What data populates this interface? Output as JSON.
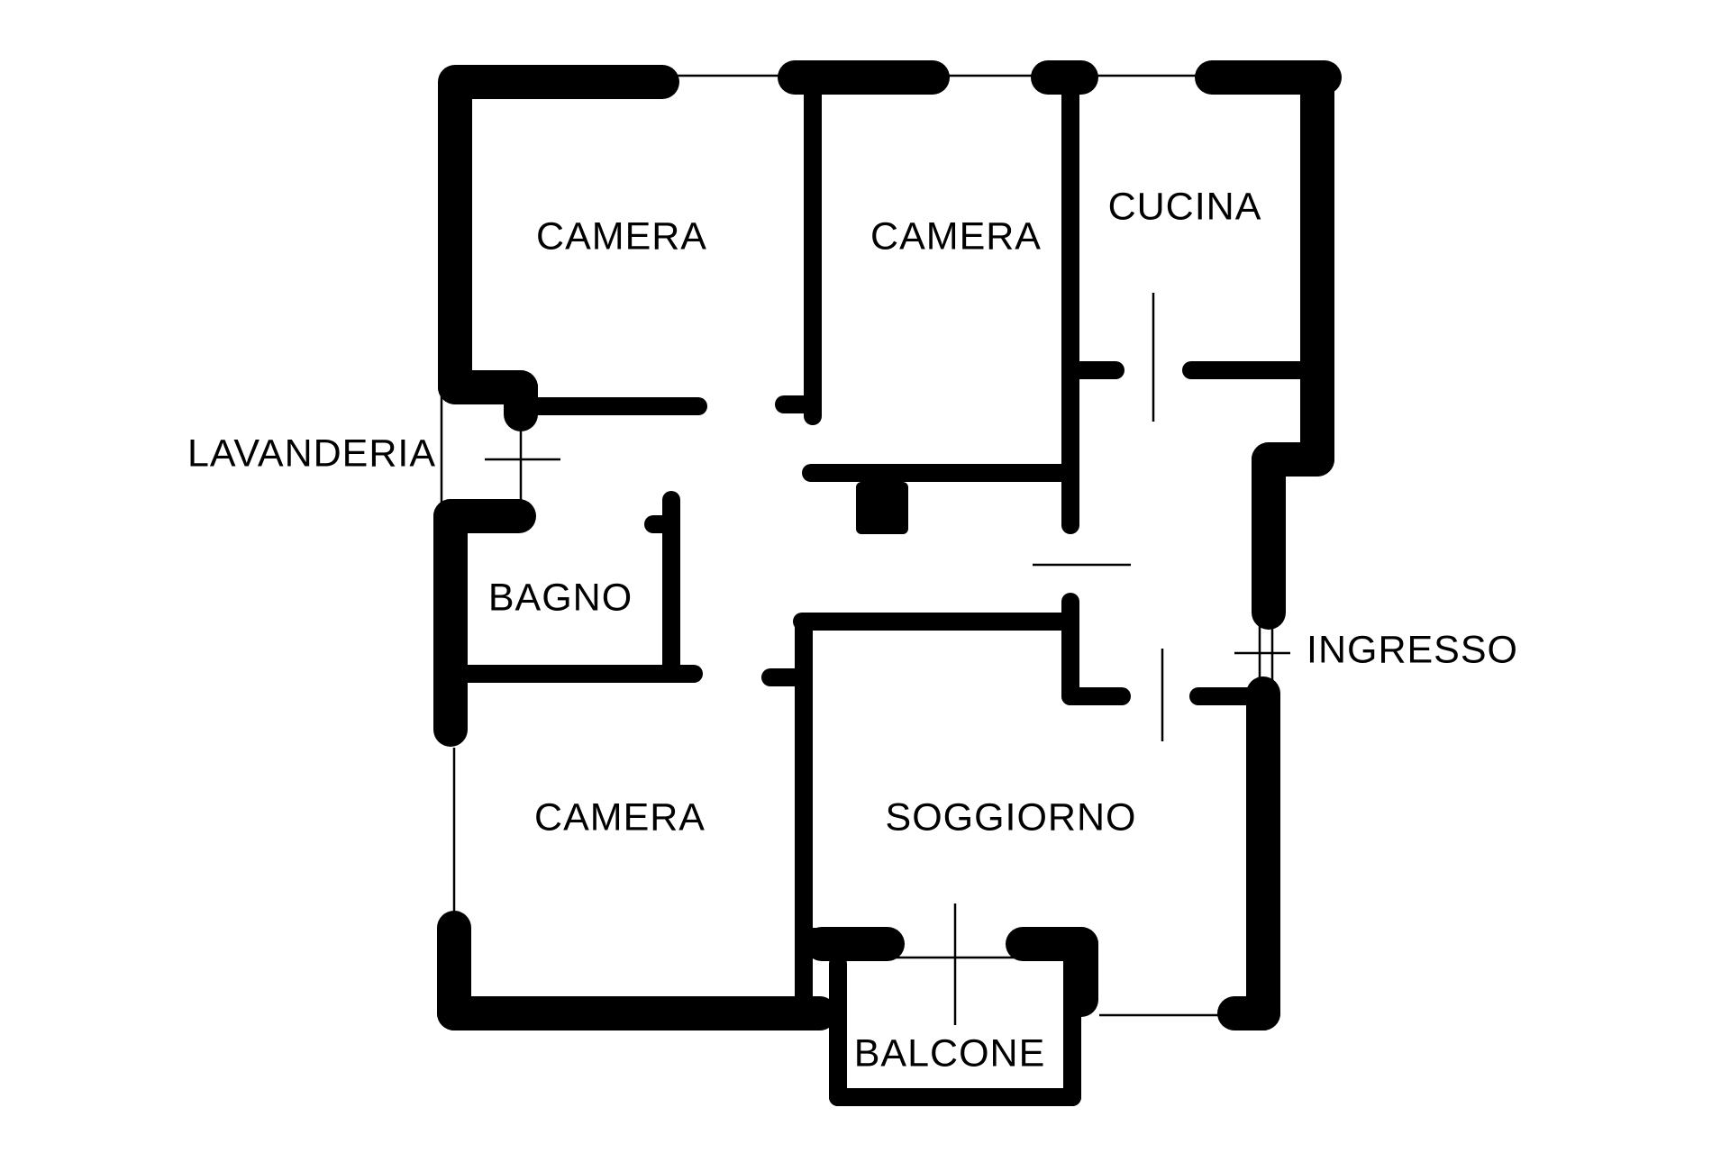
{
  "colors": {
    "background": "#ffffff",
    "walls": "#000000",
    "text": "#000000"
  },
  "rooms": {
    "camera_top_left": "CAMERA",
    "camera_top_middle": "CAMERA",
    "cucina": "CUCINA",
    "bagno": "BAGNO",
    "camera_bottom_left": "CAMERA",
    "soggiorno": "SOGGIORNO",
    "balcone": "BALCONE"
  },
  "labels": {
    "lavanderia": "LAVANDERIA",
    "ingresso": "INGRESSO"
  }
}
